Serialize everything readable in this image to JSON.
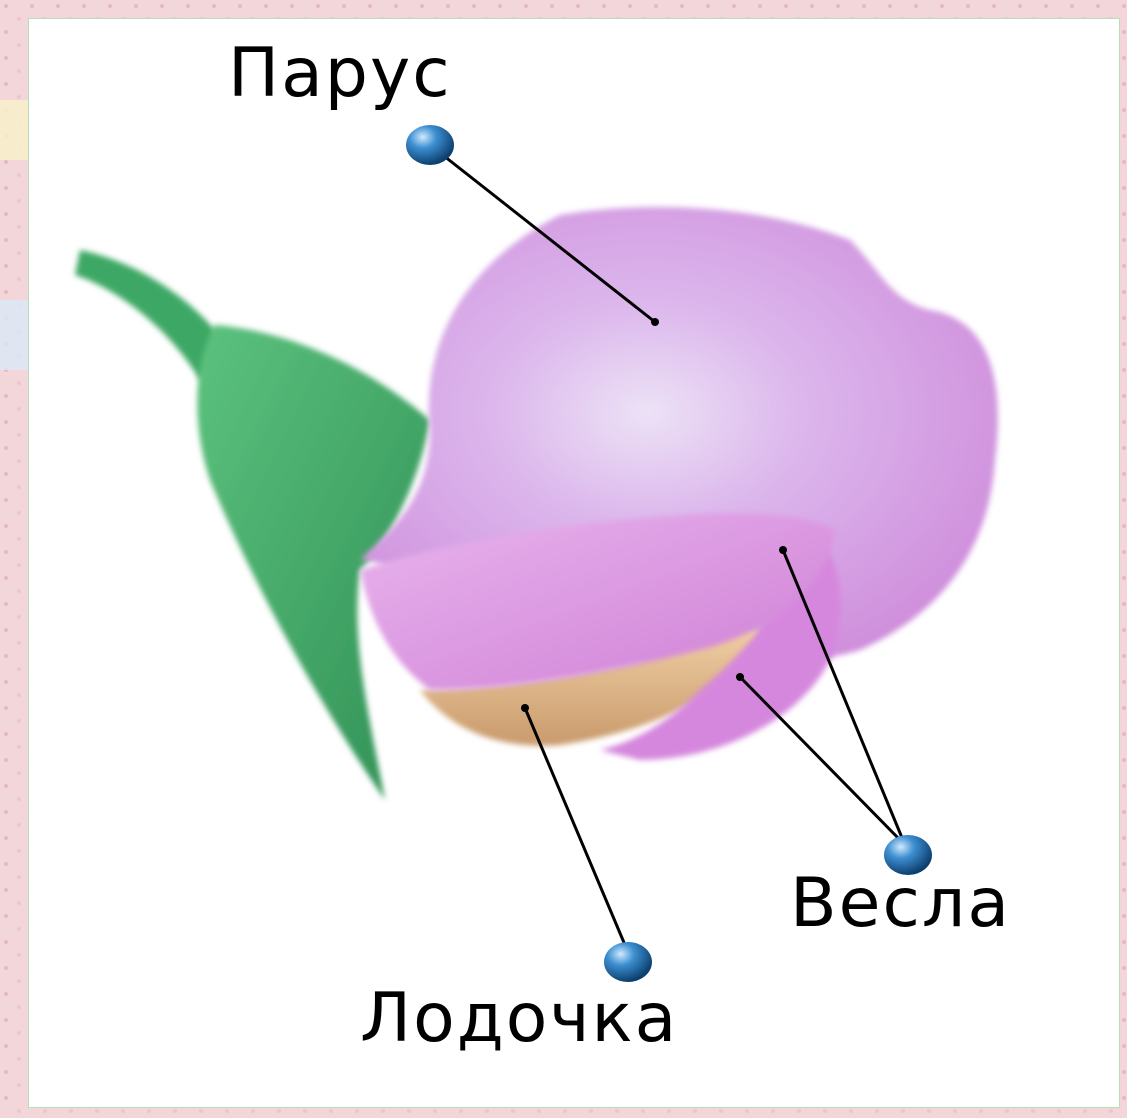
{
  "labels": {
    "sail": "Парус",
    "oars": "Весла",
    "keel": "Лодочка"
  },
  "colors": {
    "petal": "#d98ee0",
    "petal_light": "#e9c4ee",
    "stem": "#4fb873",
    "keel": "#e2b98e",
    "leader_line": "#000000",
    "marker_blue": "#1f6fb3",
    "panel_border": "#b9dcb9",
    "background": "#f3d9dd"
  }
}
